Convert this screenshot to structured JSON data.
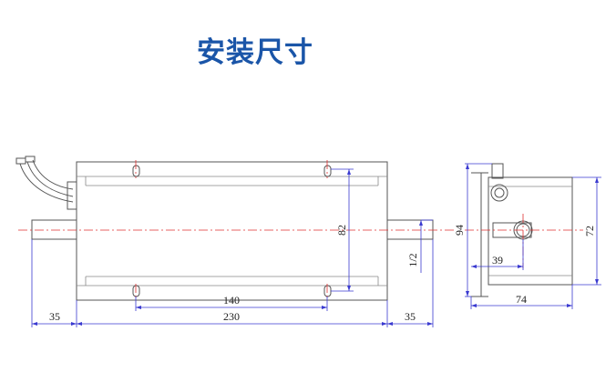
{
  "title": "安装尺寸",
  "colors": {
    "title": "#1a55a8",
    "dimension": "#3a3ad0",
    "centerline": "#e03030",
    "outline": "#555555",
    "text": "#222222"
  },
  "dimensions": {
    "hole_spacing_length": "140",
    "body_length": "230",
    "shaft_left": "35",
    "shaft_right": "35",
    "hole_spacing_height": "82",
    "half_mark": "1/2",
    "side_total_height": "94",
    "side_body_height": "72",
    "side_shaft_offset": "39",
    "side_body_width": "74"
  }
}
